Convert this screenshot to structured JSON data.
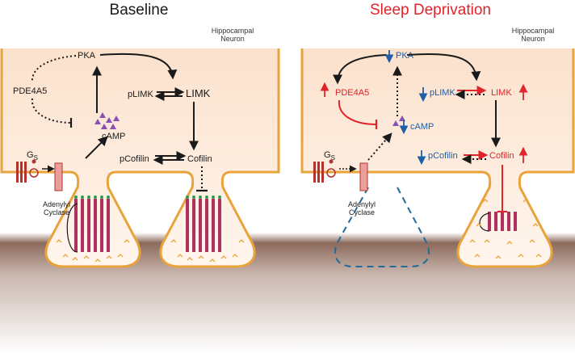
{
  "colors": {
    "black": "#1a1a1a",
    "red": "#e0242b",
    "blue": "#1f5fa8",
    "membrane": "#e8a33a",
    "membrane_fill": "#fde8d4",
    "camp": "#8a4fb3",
    "actin": "#b03060",
    "gprotein": "#b3342e"
  },
  "baseline": {
    "title": "Baseline",
    "neuron_label": [
      "Hippocampal",
      "Neuron"
    ],
    "pka": "PKA",
    "pde4a5": "PDE4A5",
    "camp": "cAMP",
    "plimk": "pLIMK",
    "limk": "LIMK",
    "pcofilin": "pCofilin",
    "cofilin": "Cofilin",
    "gs": "G",
    "gs_sub": "S",
    "adenylyl": [
      "Adenylyl",
      "Cyclase"
    ]
  },
  "sleep_deprivation": {
    "title": "Sleep Deprivation",
    "neuron_label": [
      "Hippocampal",
      "Neuron"
    ],
    "pka": "PKA",
    "pde4a5": "PDE4A5",
    "camp": "cAMP",
    "plimk": "pLIMK",
    "limk": "LIMK",
    "pcofilin": "pCofilin",
    "cofilin": "Cofilin",
    "gs": "G",
    "gs_sub": "S",
    "adenylyl": [
      "Adenylyl",
      "Cyclase"
    ]
  }
}
